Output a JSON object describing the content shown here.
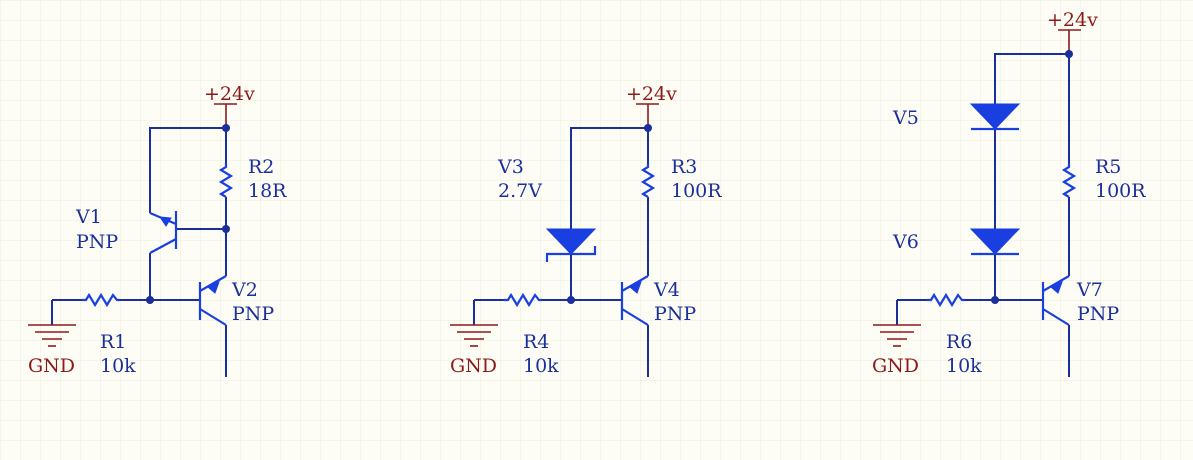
{
  "colors": {
    "background": "#fdfdf6",
    "grid": "#ecebdc",
    "wire": "#1b2f9a",
    "component": "#1a3fe0",
    "power_net": "#8b1a1a"
  },
  "circuits": [
    {
      "supply": "+24v",
      "ground": "GND",
      "components": {
        "R1": {
          "ref": "R1",
          "value": "10k"
        },
        "R2": {
          "ref": "R2",
          "value": "18R"
        },
        "V1": {
          "ref": "V1",
          "value": "PNP"
        },
        "V2": {
          "ref": "V2",
          "value": "PNP"
        }
      }
    },
    {
      "supply": "+24v",
      "ground": "GND",
      "components": {
        "R3": {
          "ref": "R3",
          "value": "100R"
        },
        "R4": {
          "ref": "R4",
          "value": "10k"
        },
        "V3": {
          "ref": "V3",
          "value": "2.7V"
        },
        "V4": {
          "ref": "V4",
          "value": "PNP"
        }
      }
    },
    {
      "supply": "+24v",
      "ground": "GND",
      "components": {
        "R5": {
          "ref": "R5",
          "value": "100R"
        },
        "R6": {
          "ref": "R6",
          "value": "10k"
        },
        "V5": {
          "ref": "V5"
        },
        "V6": {
          "ref": "V6"
        },
        "V7": {
          "ref": "V7",
          "value": "PNP"
        }
      }
    }
  ]
}
